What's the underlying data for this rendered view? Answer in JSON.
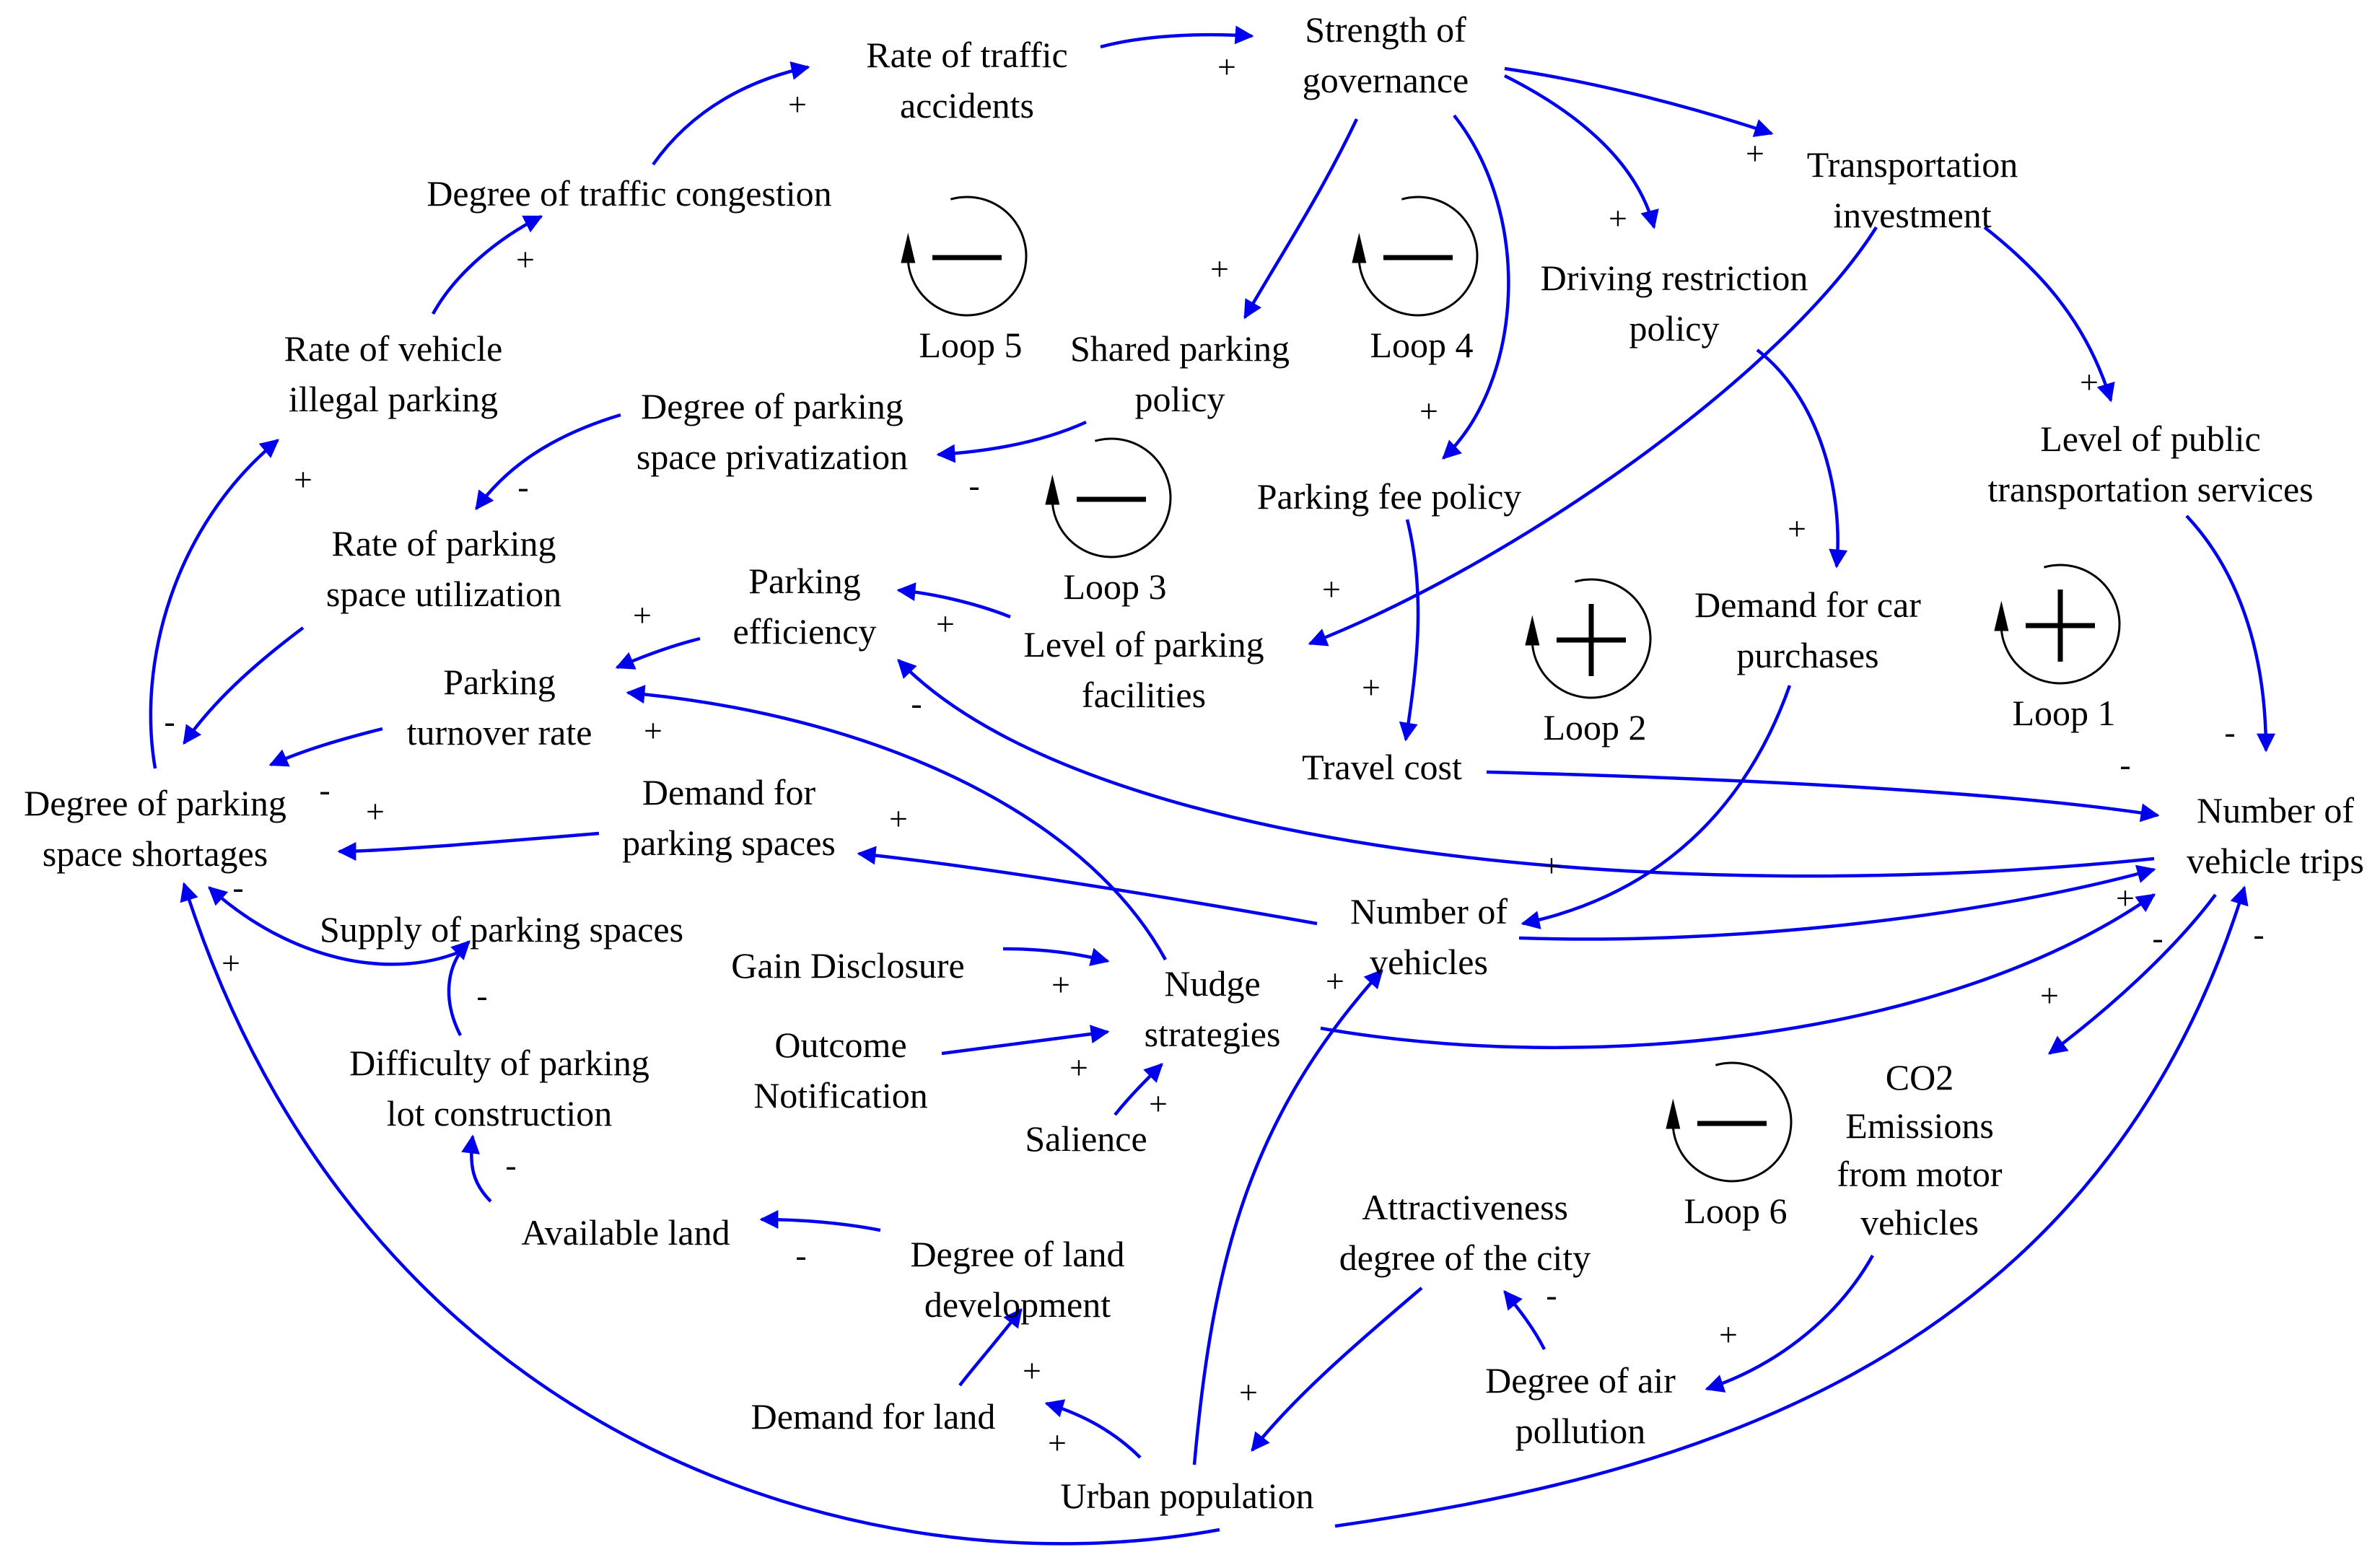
{
  "colors": {
    "link": "#0000ee",
    "text": "#000000",
    "loop": "#000000",
    "background": "#ffffff"
  },
  "nodes": {
    "rate_traffic_accidents": [
      "Rate of traffic",
      "accidents"
    ],
    "strength_governance": [
      "Strength of",
      "governance"
    ],
    "degree_traffic_congestion": [
      "Degree of traffic congestion"
    ],
    "transportation_investment": [
      "Transportation",
      "investment"
    ],
    "driving_restriction_policy": [
      "Driving restriction",
      "policy"
    ],
    "shared_parking_policy": [
      "Shared parking",
      "policy"
    ],
    "rate_illegal_parking": [
      "Rate of vehicle",
      "illegal parking"
    ],
    "degree_privatization": [
      "Degree of parking",
      "space privatization"
    ],
    "level_public_transport": [
      "Level of public",
      "transportation services"
    ],
    "parking_fee_policy": [
      "Parking fee policy"
    ],
    "rate_space_utilization": [
      "Rate of parking",
      "space utilization"
    ],
    "parking_efficiency": [
      "Parking",
      "efficiency"
    ],
    "demand_car_purchases": [
      "Demand for car",
      "purchases"
    ],
    "level_parking_facilities": [
      "Level of parking",
      "facilities"
    ],
    "parking_turnover_rate": [
      "Parking",
      "turnover rate"
    ],
    "travel_cost": [
      "Travel cost"
    ],
    "degree_shortages": [
      "Degree of parking",
      "space shortages"
    ],
    "demand_parking_spaces": [
      "Demand for",
      "parking spaces"
    ],
    "number_vehicle_trips": [
      "Number of",
      "vehicle trips"
    ],
    "supply_parking_spaces": [
      "Supply of parking spaces"
    ],
    "number_vehicles": [
      "Number of",
      "vehicles"
    ],
    "gain_disclosure": [
      "Gain Disclosure"
    ],
    "nudge_strategies": [
      "Nudge",
      "strategies"
    ],
    "difficulty_construction": [
      "Difficulty of parking",
      "lot construction"
    ],
    "outcome_notification": [
      "Outcome",
      "Notification"
    ],
    "co2_emissions": [
      "CO2",
      "Emissions",
      "from motor",
      "vehicles"
    ],
    "salience": [
      "Salience"
    ],
    "attractiveness_city": [
      "Attractiveness",
      "degree of the city"
    ],
    "available_land": [
      "Available land"
    ],
    "degree_land_development": [
      "Degree of land",
      "development"
    ],
    "degree_air_pollution": [
      "Degree of air",
      "pollution"
    ],
    "demand_for_land": [
      "Demand for land"
    ],
    "urban_population": [
      "Urban population"
    ]
  },
  "loops": [
    {
      "label": "Loop 1",
      "sign": "+"
    },
    {
      "label": "Loop 2",
      "sign": "+"
    },
    {
      "label": "Loop 3",
      "sign": "—"
    },
    {
      "label": "Loop 4",
      "sign": "—"
    },
    {
      "label": "Loop 5",
      "sign": "—"
    },
    {
      "label": "Loop 6",
      "sign": "—"
    }
  ],
  "links": [
    {
      "from": "Degree of traffic congestion",
      "to": "Rate of traffic accidents",
      "polarity": "+"
    },
    {
      "from": "Rate of traffic accidents",
      "to": "Strength of governance",
      "polarity": "+"
    },
    {
      "from": "Strength of governance",
      "to": "Transportation investment",
      "polarity": "+"
    },
    {
      "from": "Strength of governance",
      "to": "Driving restriction policy",
      "polarity": "+"
    },
    {
      "from": "Strength of governance",
      "to": "Shared parking policy",
      "polarity": "+"
    },
    {
      "from": "Strength of governance",
      "to": "Parking fee policy",
      "polarity": "+"
    },
    {
      "from": "Transportation investment",
      "to": "Level of public transportation services",
      "polarity": "+"
    },
    {
      "from": "Transportation investment",
      "to": "Level of parking facilities",
      "polarity": "+"
    },
    {
      "from": "Level of public transportation services",
      "to": "Number of vehicle trips",
      "polarity": "-"
    },
    {
      "from": "Driving restriction policy",
      "to": "Demand for car purchases",
      "polarity": "+"
    },
    {
      "from": "Demand for car purchases",
      "to": "Number of vehicles",
      "polarity": "+"
    },
    {
      "from": "Parking fee policy",
      "to": "Travel cost",
      "polarity": "+"
    },
    {
      "from": "Travel cost",
      "to": "Number of vehicle trips",
      "polarity": "-"
    },
    {
      "from": "Shared parking policy",
      "to": "Degree of parking space privatization",
      "polarity": "-"
    },
    {
      "from": "Degree of parking space privatization",
      "to": "Rate of parking space utilization",
      "polarity": "-"
    },
    {
      "from": "Rate of parking space utilization",
      "to": "Degree of parking space shortages",
      "polarity": "-"
    },
    {
      "from": "Level of parking facilities",
      "to": "Parking efficiency",
      "polarity": "+"
    },
    {
      "from": "Parking efficiency",
      "to": "Parking turnover rate",
      "polarity": "+"
    },
    {
      "from": "Parking turnover rate",
      "to": "Degree of parking space shortages",
      "polarity": "-"
    },
    {
      "from": "Number of vehicle trips",
      "to": "Parking efficiency",
      "polarity": "-"
    },
    {
      "from": "Nudge strategies",
      "to": "Parking turnover rate",
      "polarity": "+"
    },
    {
      "from": "Demand for parking spaces",
      "to": "Degree of parking space shortages",
      "polarity": "+"
    },
    {
      "from": "Number of vehicles",
      "to": "Demand for parking spaces",
      "polarity": "+"
    },
    {
      "from": "Number of vehicles",
      "to": "Number of vehicle trips",
      "polarity": "+"
    },
    {
      "from": "Nudge strategies",
      "to": "Number of vehicle trips",
      "polarity": "-"
    },
    {
      "from": "Degree of parking space shortages",
      "to": "Rate of vehicle illegal parking",
      "polarity": "+"
    },
    {
      "from": "Rate of vehicle illegal parking",
      "to": "Degree of traffic congestion",
      "polarity": "+"
    },
    {
      "from": "Supply of parking spaces",
      "to": "Degree of parking space shortages",
      "polarity": "-"
    },
    {
      "from": "Difficulty of parking lot construction",
      "to": "Supply of parking spaces",
      "polarity": "-"
    },
    {
      "from": "Available land",
      "to": "Difficulty of parking lot construction",
      "polarity": "-"
    },
    {
      "from": "Degree of land development",
      "to": "Available land",
      "polarity": "-"
    },
    {
      "from": "Demand for land",
      "to": "Degree of land development",
      "polarity": "+"
    },
    {
      "from": "Urban population",
      "to": "Demand for land",
      "polarity": "+"
    },
    {
      "from": "Urban population",
      "to": "Number of vehicles",
      "polarity": "+"
    },
    {
      "from": "Urban population",
      "to": "Degree of parking space shortages",
      "polarity": "+"
    },
    {
      "from": "Gain Disclosure",
      "to": "Nudge strategies",
      "polarity": "+"
    },
    {
      "from": "Outcome Notification",
      "to": "Nudge strategies",
      "polarity": "+"
    },
    {
      "from": "Salience",
      "to": "Nudge strategies",
      "polarity": "+"
    },
    {
      "from": "Number of vehicle trips",
      "to": "CO2 Emissions from motor vehicles",
      "polarity": "+"
    },
    {
      "from": "CO2 Emissions from motor vehicles",
      "to": "Degree of air pollution",
      "polarity": "+"
    },
    {
      "from": "Degree of air pollution",
      "to": "Attractiveness degree of the city",
      "polarity": "-"
    },
    {
      "from": "Attractiveness degree of the city",
      "to": "Urban population",
      "polarity": "+"
    },
    {
      "from": "Urban population",
      "to": "Number of vehicle trips",
      "polarity": "-"
    }
  ],
  "polarity_glyphs": {
    "plus": "+",
    "minus": "-"
  }
}
